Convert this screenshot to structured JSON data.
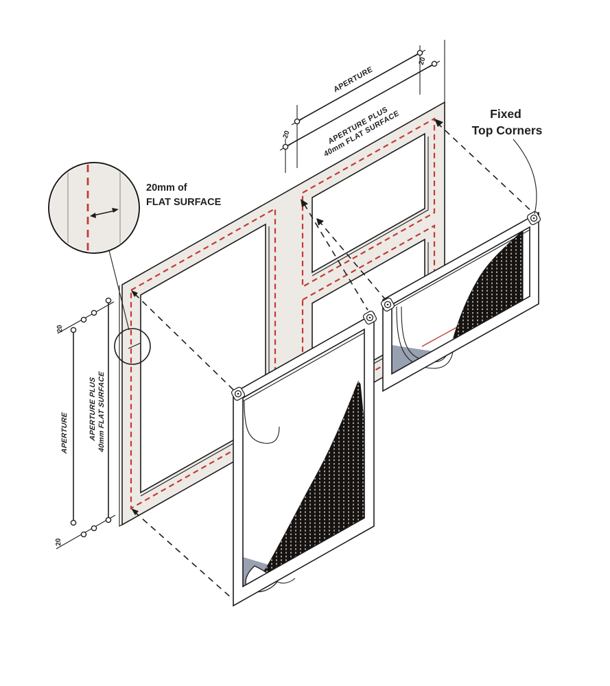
{
  "diagram": {
    "labels": {
      "top_aperture": "APERTURE",
      "top_aperture_plus_1": "APERTURE PLUS",
      "top_aperture_plus_2": "40mm FLAT SURFACE",
      "side_aperture": "APERTURE",
      "side_aperture_plus_1": "APERTURE PLUS",
      "side_aperture_plus_2": "40mm FLAT SURFACE",
      "detail_1": "20mm of",
      "detail_2": "FLAT SURFACE",
      "fixed_1": "Fixed",
      "fixed_2": "Top Corners",
      "offset_top_left": "20",
      "offset_top_right": "20",
      "offset_side_top": "20",
      "offset_side_bottom": "20"
    },
    "colors": {
      "panel": "#edeae6",
      "line": "#1c1c1c",
      "red_dash": "#c43a31",
      "shadow": "#98a1b1",
      "curtain": "#171310",
      "background": "#ffffff"
    }
  }
}
